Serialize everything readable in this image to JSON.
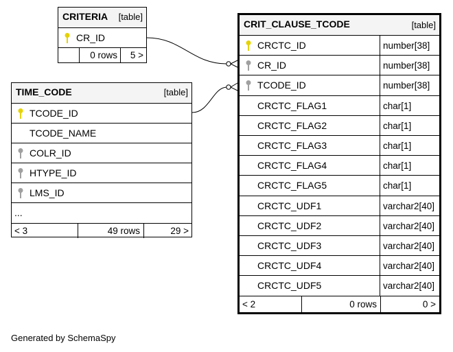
{
  "tables": {
    "criteria": {
      "name": "CRITERIA",
      "kind": "[table]",
      "rows": [
        {
          "column": "CR_ID",
          "key": "primary"
        }
      ],
      "footer": {
        "parents": "",
        "rows": "0 rows",
        "children": "5 >"
      }
    },
    "crit_clause_tcode": {
      "name": "CRIT_CLAUSE_TCODE",
      "kind": "[table]",
      "rows": [
        {
          "column": "CRCTC_ID",
          "type": "number[38]",
          "key": "primary"
        },
        {
          "column": "CR_ID",
          "type": "number[38]",
          "key": "foreign"
        },
        {
          "column": "TCODE_ID",
          "type": "number[38]",
          "key": "foreign"
        },
        {
          "column": "CRCTC_FLAG1",
          "type": "char[1]",
          "key": ""
        },
        {
          "column": "CRCTC_FLAG2",
          "type": "char[1]",
          "key": ""
        },
        {
          "column": "CRCTC_FLAG3",
          "type": "char[1]",
          "key": ""
        },
        {
          "column": "CRCTC_FLAG4",
          "type": "char[1]",
          "key": ""
        },
        {
          "column": "CRCTC_FLAG5",
          "type": "char[1]",
          "key": ""
        },
        {
          "column": "CRCTC_UDF1",
          "type": "varchar2[40]",
          "key": ""
        },
        {
          "column": "CRCTC_UDF2",
          "type": "varchar2[40]",
          "key": ""
        },
        {
          "column": "CRCTC_UDF3",
          "type": "varchar2[40]",
          "key": ""
        },
        {
          "column": "CRCTC_UDF4",
          "type": "varchar2[40]",
          "key": ""
        },
        {
          "column": "CRCTC_UDF5",
          "type": "varchar2[40]",
          "key": ""
        }
      ],
      "footer": {
        "parents": "< 2",
        "rows": "0 rows",
        "children": "0 >"
      }
    },
    "time_code": {
      "name": "TIME_CODE",
      "kind": "[table]",
      "rows": [
        {
          "column": "TCODE_ID",
          "key": "primary"
        },
        {
          "column": "TCODE_NAME",
          "key": ""
        },
        {
          "column": "COLR_ID",
          "key": "foreign"
        },
        {
          "column": "HTYPE_ID",
          "key": "foreign"
        },
        {
          "column": "LMS_ID",
          "key": "foreign"
        },
        {
          "column": "...",
          "key": ""
        }
      ],
      "footer": {
        "parents": "< 3",
        "rows": "49 rows",
        "children": "29 >"
      }
    }
  },
  "relationships": [
    {
      "from": "CRITERIA.CR_ID",
      "to": "CRIT_CLAUSE_TCODE.CR_ID"
    },
    {
      "from": "TIME_CODE.TCODE_ID",
      "to": "CRIT_CLAUSE_TCODE.TCODE_ID"
    }
  ],
  "colors": {
    "primary_key": "#e6d200",
    "foreign_key": "#a0a0a0",
    "header_bg": "#f4f4f4"
  },
  "caption": "Generated by SchemaSpy"
}
